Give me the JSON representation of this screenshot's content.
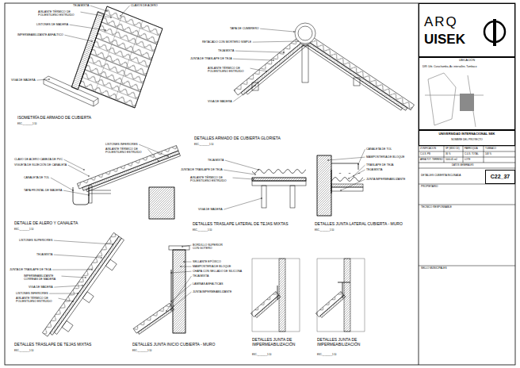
{
  "diagram": {
    "nodes": [
      {
        "text": [
          "ARQ",
          "UISEK"
        ]
      },
      {
        "text": [
          "UBICACIÓN",
          "DIR: Urb. Curuchamba, Av. intervalles. Tumbaco"
        ]
      },
      {
        "text": [
          "UNIVERSIDAD INTERNACIONAL SEK",
          "NOMBRE DEL PROYECTO"
        ]
      },
      {
        "text": [
          "C22_37"
        ]
      }
    ],
    "labels": [
      "TEJA MIXTA",
      "CLAVOS DE ACERO",
      "AISLANTE TÉRMICO DE POLIESTILENO ESTRUIDO",
      "LISTONES DE MADERA",
      "IMPERMEABILIZANTE ASFÁLTICO",
      "VIGA DE MADERA",
      "ISOMETRÍA DE ARMADO DE CUBIERTA",
      "ESC.________1:10",
      "TAPA DE CUMBRERO",
      "RETACADO CON MORTERO SIMPLE",
      "TEJA MIXTA",
      "JUNTA DE TRASLAPE DE TEJA",
      "AISLANTE TÉRMICO DE POLIESTILENO ESTRUIDO",
      "VIGA DE MADERA",
      "DETALLES ARMADO DE CUBIERTA GLORIETA",
      "ESC.________1:10",
      "LISTONES INFERIORES",
      "AISLANTE TÉRMICO DE POLIESTILENO ESTRUIDO",
      "CLAVO DE ACERO CABEZA DE PVC",
      "VIGUETA DE SUJECIÓN DE CANALETA",
      "CANALETA DE TOL",
      "TAPA FRONTAL DE MADERA",
      "DETALLE DE ALERO Y CANALETA",
      "ESC.________1:10",
      "TEJA MIXTA",
      "JUNTA DE TRASLAPE DE TEJA",
      "AISLANTE TÉRMICO DE POLIESTILENO ESTRUIDO",
      "VIGA DE MADERA",
      "DETALLES TRASLAPE LATERAL DE TEJAS MIXTAS",
      "ESC.________1:10",
      "CANALETA DE TOL",
      "MAMPOSTERIA DE BLOQUE",
      "TRASLAPE DE TEJA",
      "TEJA MIXTA",
      "JUNTA IMPERMEABILIZANTE",
      "DETALLES JUNTA LATERAL CUBIERTA - MURO",
      "ESC.________1:10",
      "LISTONES SUPERIORES",
      "TEJA MIXTA",
      "JUNTA DE TRASLAPE DE TEJA",
      "IMPERMEABILIZANTE CORREAS DE MADERA",
      "VIGA DE MADERA",
      "LISTONES INFERIORES",
      "AISLANTE TÉRMICO DE POLIESTILENO ESTRUIDO",
      "DETALLES TRASLAPE DE TEJAS MIXTAS",
      "ESC.________1:10",
      "BORDILLO SUPERIOR CON GOTERO",
      "SELLANTE EPÓXICO",
      "MAMPOSTERIA DE BLOQUE",
      "CHAPA CON SELLADO DE SILICONA",
      "TEJA MIXTA",
      "LÁMINAS ASFÁLTICAS",
      "JUNTA IMPERMEABILIZANTE",
      "DETALLES JUNTA INICIO CUBIERTA - MURO",
      "ESC.________1:10",
      "DETALLES JUNTA DE IMPERMEABILIZACIÓN",
      "ESC.________1:10",
      "DETALLES JUNTA DE IMPERMEABILIZACIÓN",
      "ESC.________1:10",
      "ZONIFICACION",
      "SP (MIXO 5X)",
      "PARROQUIA",
      "TUMBACO",
      "C.U.S. PB",
      "36 %",
      "C.U.S. TOTAL",
      "108 %",
      "AREA TOT. TERRENO",
      "1000.45 m2",
      "LOTE",
      "DATOS GENERALES",
      "TECNICO RESPONSABLE",
      "SELLO MUNICIPALES",
      "DETALLES CUBIERTA INCLINADA",
      "PROPIETARIO"
    ]
  }
}
